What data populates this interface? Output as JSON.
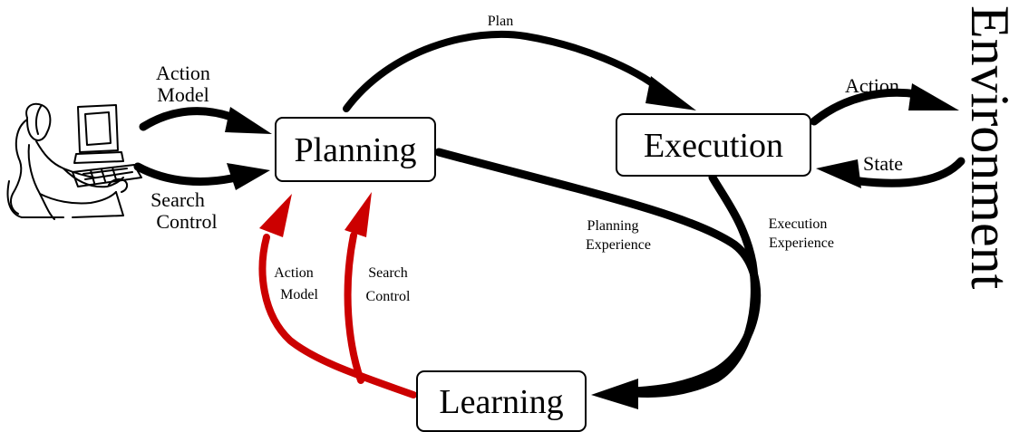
{
  "nodes": {
    "planning": "Planning",
    "execution": "Execution",
    "learning": "Learning",
    "environment": "Environment"
  },
  "edges": {
    "user_action_model": [
      "Action",
      "Model"
    ],
    "user_search_control": [
      "Search",
      "Control"
    ],
    "plan": "Plan",
    "action": "Action",
    "state": "State",
    "planning_experience": [
      "Planning",
      "Experience"
    ],
    "execution_experience": [
      "Execution",
      "Experience"
    ],
    "learned_action_model": [
      "Action",
      "Model"
    ],
    "learned_search_control": [
      "Search",
      "Control"
    ]
  },
  "colors": {
    "flow_arrow": "#000000",
    "learning_arrow": "#cc0000"
  },
  "icons": {
    "user": "person-at-computer-icon"
  }
}
